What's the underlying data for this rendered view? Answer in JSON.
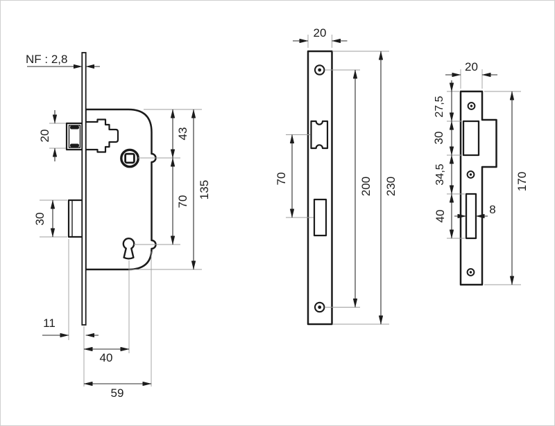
{
  "drawing": {
    "standard": "NF : 2,8",
    "lock_body": {
      "latch_height": "20",
      "deadbolt_height": "30",
      "top_to_spindle": "43",
      "spindle_to_keyhole": "70",
      "case_height": "135",
      "latch_projection": "11",
      "backset": "40",
      "case_depth": "59"
    },
    "faceplate": {
      "width": "20",
      "latch_to_deadbolt_spacing": "70",
      "screw_hole_spacing": "200",
      "length": "230"
    },
    "strike_plate": {
      "width": "20",
      "top_to_latch_opening": "27,5",
      "latch_opening_height": "30",
      "between_openings": "34,5",
      "deadbolt_opening_height": "40",
      "deadbolt_opening_width": "8",
      "length": "170"
    },
    "colors": {
      "ink": "#1a1a1a",
      "extension_line": "#9c9c9c",
      "background": "#ffffff"
    }
  }
}
